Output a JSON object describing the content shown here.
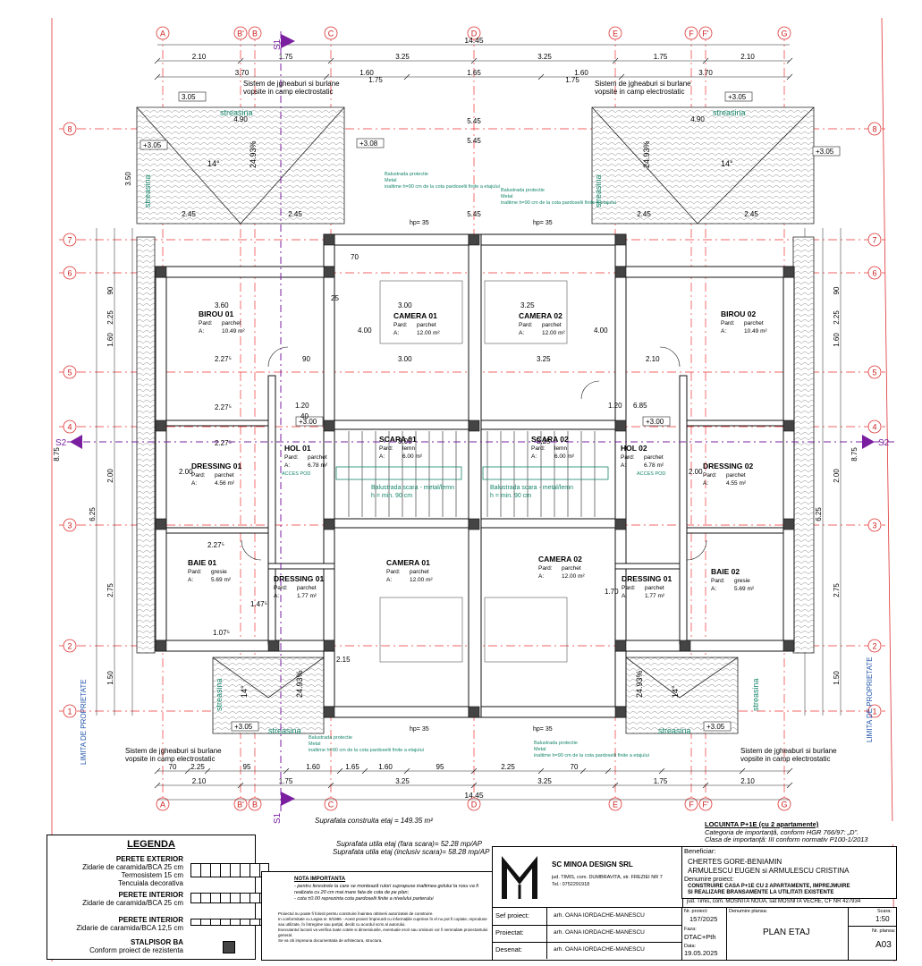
{
  "plan": {
    "overall_dim": "14.45",
    "axes_h": [
      "A",
      "B'",
      "B",
      "C",
      "D",
      "E",
      "F",
      "F'",
      "G"
    ],
    "axes_v": [
      "8",
      "7",
      "6",
      "5",
      "4",
      "3",
      "2",
      "1"
    ],
    "section": "S1",
    "section2": "S2",
    "top_dims_row1": [
      "2.10",
      "1.75",
      "3.25",
      "3.25",
      "1.75",
      "2.10"
    ],
    "top_dims_row2": [
      "3.70",
      "1.60",
      "1.65",
      "1.60",
      "3.70"
    ],
    "top_dims_row3": [
      "1.75",
      "1.75"
    ],
    "bottom_dims_row1": [
      "70",
      "2.25",
      "95",
      "1.60",
      "1.65",
      "1.60",
      "95",
      "2.25",
      "70"
    ],
    "bottom_dims_row2": [
      "2.10",
      "1.75",
      "3.25",
      "3.25",
      "1.75",
      "2.10"
    ],
    "left_dims": [
      "3.50",
      "90",
      "2.25",
      "1.60",
      "2.00",
      "2.75",
      "1.50",
      "6.25",
      "8.75"
    ],
    "roof_levels": [
      "3.05",
      "+3.05",
      "+3.08",
      "+3.05",
      "+3.05",
      "+3.00",
      "+3.00"
    ],
    "roof_dims": [
      "4.90",
      "5.45",
      "5.45",
      "5.45",
      "2.45",
      "2.45",
      "2.45",
      "2.45"
    ],
    "roof_angles": [
      "14°",
      "24.93%",
      "24.93%",
      "14°",
      "14°",
      "24.93%",
      "24.93%",
      "14°"
    ],
    "eaves": "streasina",
    "gutter_note_1": "Sistem de jgheaburi si burlane",
    "gutter_note_2": "vopsite in camp electrostatic",
    "balustrade_1": "Balustrada protectie",
    "balustrade_2": "Metal",
    "balustrade_3": "inaltime h=90 cm de la cota pardoselii finite a etajului",
    "hp": "hp= 35",
    "property_limit": "LIMITA DE PROPRIETATE",
    "stair_note_1": "Balustrada scara - metal/lemn",
    "stair_note_2": "h = min. 90 cm",
    "attic_access": "ACCES POD",
    "rooms": [
      {
        "name": "BIROU 01",
        "floor": "parchet",
        "area": "10.49 m²"
      },
      {
        "name": "CAMERA 01",
        "floor": "parchet",
        "area": "12.00 m²"
      },
      {
        "name": "CAMERA 02",
        "floor": "parchet",
        "area": "12.00 m²"
      },
      {
        "name": "BIROU 02",
        "floor": "parchet",
        "area": "10.49 m²"
      },
      {
        "name": "HOL 01",
        "floor": "parchet",
        "area": "6.78 m²"
      },
      {
        "name": "SCARA 01",
        "floor": "lemn",
        "area": "6.00 m²"
      },
      {
        "name": "SCARA 02",
        "floor": "lemn",
        "area": "6.00 m²"
      },
      {
        "name": "HOL 02",
        "floor": "parchet",
        "area": "6.78 m²"
      },
      {
        "name": "DRESSING 01",
        "floor": "parchet",
        "area": "4.56 m²"
      },
      {
        "name": "DRESSING 02",
        "floor": "parchet",
        "area": "4.55 m²"
      },
      {
        "name": "BAIE 01",
        "floor": "gresie",
        "area": "5.69 m²"
      },
      {
        "name": "CAMERA 01",
        "floor": "parchet",
        "area": "12.00 m²"
      },
      {
        "name": "CAMERA 02",
        "floor": "parchet",
        "area": "12.00 m²"
      },
      {
        "name": "BAIE 02",
        "floor": "gresie",
        "area": "5.69 m²"
      },
      {
        "name": "DRESSING 01",
        "floor": "parchet",
        "area": "1.77 m²"
      },
      {
        "name": "DRESSING 01",
        "floor": "parchet",
        "area": "1.77 m²"
      }
    ],
    "floor_label": "Pard:",
    "area_label": "A:",
    "inner_dims": [
      "3.00",
      "3.25",
      "3.00",
      "3.25",
      "4.00",
      "4.00",
      "3.60",
      "2.27⁵",
      "2.27⁵",
      "2.27⁵",
      "2.27⁵",
      "1.20",
      "1.20",
      "3.00",
      "3.25",
      "2.00",
      "2.00",
      "6.85",
      "2.10",
      "90",
      "70",
      "25",
      "40",
      "1.07⁵",
      "1.47⁵",
      "1.70",
      "2.15"
    ],
    "built_area": "Suprafata construita etaj  =        149.35 m²",
    "useful_area_1": "Suprafata utila etaj (fara scara)=  52.28 mp/AP",
    "useful_area_2": "Suprafata utila etaj (inclusiv scara)=  58.28 mp/AP"
  },
  "legend": {
    "title": "LEGENDA",
    "items": [
      {
        "head": "PERETE EXTERIOR",
        "l1": "Zidarie de caramida/BCA 25 cm",
        "l2": "Termosistem  15 cm",
        "l3": "Tencuiala decorativa"
      },
      {
        "head": "PERETE INTERIOR",
        "l1": "Zidarie de caramida/BCA 25 cm",
        "l2": "",
        "l3": ""
      },
      {
        "head": "PERETE INTERIOR",
        "l1": "Zidarie de caramida/BCA 12,5 cm",
        "l2": "",
        "l3": ""
      },
      {
        "head": "STALPISOR BA",
        "l1": "Conform proiect de rezistenta",
        "l2": "",
        "l3": ""
      }
    ]
  },
  "titleblock": {
    "category_title": "LOCUINTA P+1E (cu 2 apartamente)",
    "category_1": "Categoria de importanță, conform HGR 766/97:  „D”.",
    "category_2": "Clasa de importanță:  III conform normativ P100-1/2013",
    "note_title": "NOTA IMPORTANTA",
    "note_1": "- pentru ferestrele la care se montează rulori suprapuse inaltimea golului la rosu va fi",
    "note_2": "realizata cu 20 cm mai mare fata de cota de pe plan;",
    "note_3": "- cota ±0.00 reprezinta cota pardoselii finite a nivelului parterului",
    "disclaimer": [
      "Proiectul nu poate fi folosit pentru construire înaintea obtinerii autorizatiei de construire.",
      "In conformitate cu Legea nr. 8/1996 - Acest proiect împreună cu informațiile cuprinse în el nu pot fi copiate, reproduse sau utilizate, în",
      "întregime sau parțial, decât cu acordul scris al autorului.",
      "Executantul lucrarii va verifica toate cotele si dimensiunile, eventuale erori sau omisiuni vor fi semnalate proiectantului general.",
      "Se va citi impreuna documentatia de arhitectura, structura."
    ],
    "company": "SC MINOA DESIGN SRL",
    "address_1": "jud. TIMIS, com. DUMBRAVITA, str. FREZIEI NR 7",
    "phone": "Tel.: 0752291918",
    "beneficiar_label": "Beneficiar:",
    "beneficiar_1": "CHERTES GORE-BENIAMIN",
    "beneficiar_2": "ARMULESCU EUGEN si ARMULESCU CRISTINA",
    "project_label": "Denumire proiect:",
    "project_1": "CONSTRUIRE CASA P+1E CU 2 APARTAMENTE, IMPREJMUIRE",
    "project_2": "SI REALIZARE BRANSAMENTE LA UTILITATI EXISTENTE",
    "project_3": "jud. Timis, com. MOSNITA NOUA,  sat MOSNITA VECHE, CF NR 427934",
    "rows": [
      {
        "label": "Sef proiect:",
        "name": "arh. OANA IORDACHE-MANESCU"
      },
      {
        "label": "Proiectat:",
        "name": "arh. OANA IORDACHE-MANESCU"
      },
      {
        "label": "Desenat:",
        "name": "arh. OANA IORDACHE-MANESCU"
      }
    ],
    "nr_label": "Nr. proiect:",
    "nr": "157/2025",
    "faza_label": "Faza:",
    "faza": "DTAC+Pth",
    "data_label": "Data:",
    "data": "19.05.2025",
    "plansa_label": "Denumire plansa:",
    "plansa": "PLAN ETAJ",
    "scara_label": "Scara:",
    "scara": "1:50",
    "nr_plansa_label": "Nr. plansa:",
    "nr_plansa": "A03"
  }
}
